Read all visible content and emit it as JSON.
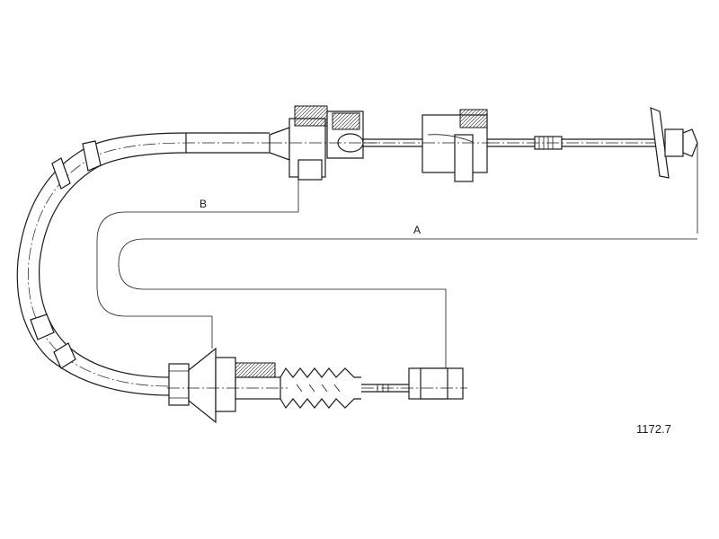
{
  "dimensions": {
    "a_label": "A",
    "b_label": "B"
  },
  "part_number": "1172.7"
}
